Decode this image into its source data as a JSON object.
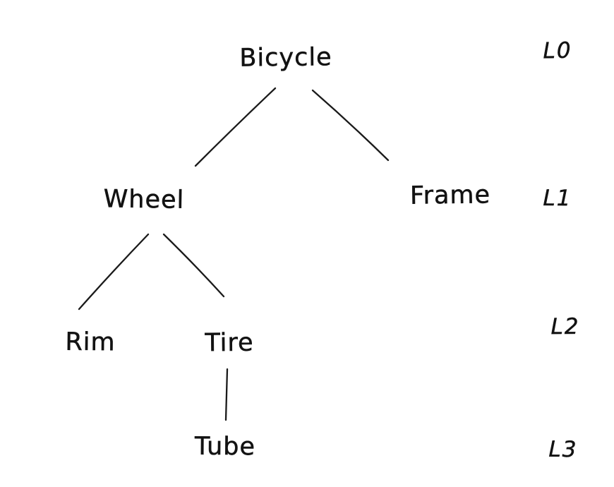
{
  "diagram": {
    "type": "tree",
    "style": "hand-drawn",
    "colors": {
      "ink": "#141414",
      "background": "#ffffff"
    },
    "nodes": {
      "bicycle": {
        "label": "Bicycle",
        "level": "L0",
        "parent": null
      },
      "wheel": {
        "label": "Wheel",
        "level": "L1",
        "parent": "Bicycle"
      },
      "frame": {
        "label": "Frame",
        "level": "L1",
        "parent": "Bicycle"
      },
      "rim": {
        "label": "Rim",
        "level": "L2",
        "parent": "Wheel"
      },
      "tire": {
        "label": "Tire",
        "level": "L2",
        "parent": "Wheel"
      },
      "tube": {
        "label": "Tube",
        "level": "L3",
        "parent": "Tire"
      }
    },
    "edges": [
      {
        "from": "Bicycle",
        "to": "Wheel"
      },
      {
        "from": "Bicycle",
        "to": "Frame"
      },
      {
        "from": "Wheel",
        "to": "Rim"
      },
      {
        "from": "Wheel",
        "to": "Tire"
      },
      {
        "from": "Tire",
        "to": "Tube"
      }
    ],
    "level_labels": {
      "l0": "L0",
      "l1": "L1",
      "l2": "L2",
      "l3": "L3"
    }
  }
}
